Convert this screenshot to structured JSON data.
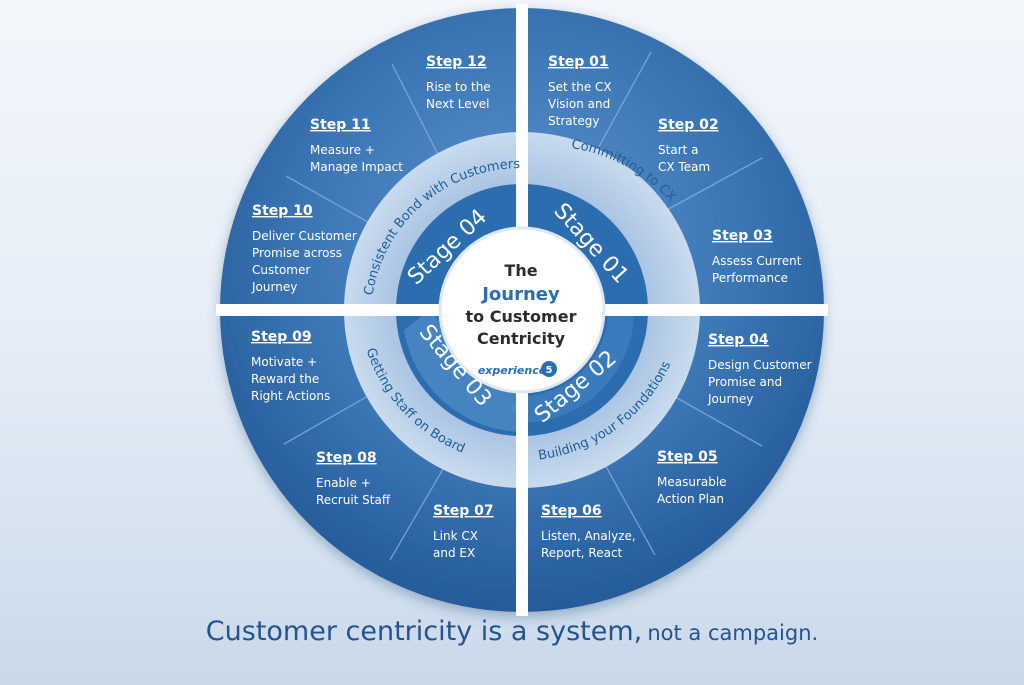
{
  "center": {
    "line1": "The",
    "line2": "Journey",
    "line3": "to Customer",
    "line4": "Centricity",
    "brand": "experience",
    "brand_mark": "5"
  },
  "stages": [
    {
      "label": "Stage 01",
      "ring_text": "Committing to CX"
    },
    {
      "label": "Stage 02",
      "ring_text": "Building your Foundations"
    },
    {
      "label": "Stage 03",
      "ring_text": "Getting Staff on Board"
    },
    {
      "label": "Stage 04",
      "ring_text": "Consistent Bond with Customers"
    }
  ],
  "steps": [
    {
      "title": "Step 01",
      "lines": [
        "Set the CX",
        "Vision and",
        "Strategy"
      ]
    },
    {
      "title": "Step 02",
      "lines": [
        "Start a",
        "CX Team"
      ]
    },
    {
      "title": "Step 03",
      "lines": [
        "Assess Current",
        "Performance"
      ]
    },
    {
      "title": "Step 04",
      "lines": [
        "Design Customer",
        "Promise and",
        "Journey"
      ]
    },
    {
      "title": "Step 05",
      "lines": [
        "Measurable",
        "Action Plan"
      ]
    },
    {
      "title": "Step 06",
      "lines": [
        "Listen, Analyze,",
        "Report, React"
      ]
    },
    {
      "title": "Step 07",
      "lines": [
        "Link CX",
        "and EX"
      ]
    },
    {
      "title": "Step 08",
      "lines": [
        "Enable +",
        "Recruit Staff"
      ]
    },
    {
      "title": "Step 09",
      "lines": [
        "Motivate +",
        "Reward the",
        "Right Actions"
      ]
    },
    {
      "title": "Step 10",
      "lines": [
        "Deliver Customer",
        "Promise across",
        "Customer",
        "Journey"
      ]
    },
    {
      "title": "Step 11",
      "lines": [
        "Measure +",
        "Manage Impact"
      ]
    },
    {
      "title": "Step 12",
      "lines": [
        "Rise to the",
        "Next Level"
      ]
    }
  ],
  "tagline": {
    "main": "Customer centricity is a system,",
    "rest": "not a campaign."
  },
  "colors": {
    "outer_ring": "#2d6aa9",
    "outer_ring_light": "#5a8fc7",
    "middle_ring": "#b9d0e8",
    "stage_ring": "#2c6db0",
    "center": "#ffffff",
    "text_accent": "#2a6db3"
  }
}
